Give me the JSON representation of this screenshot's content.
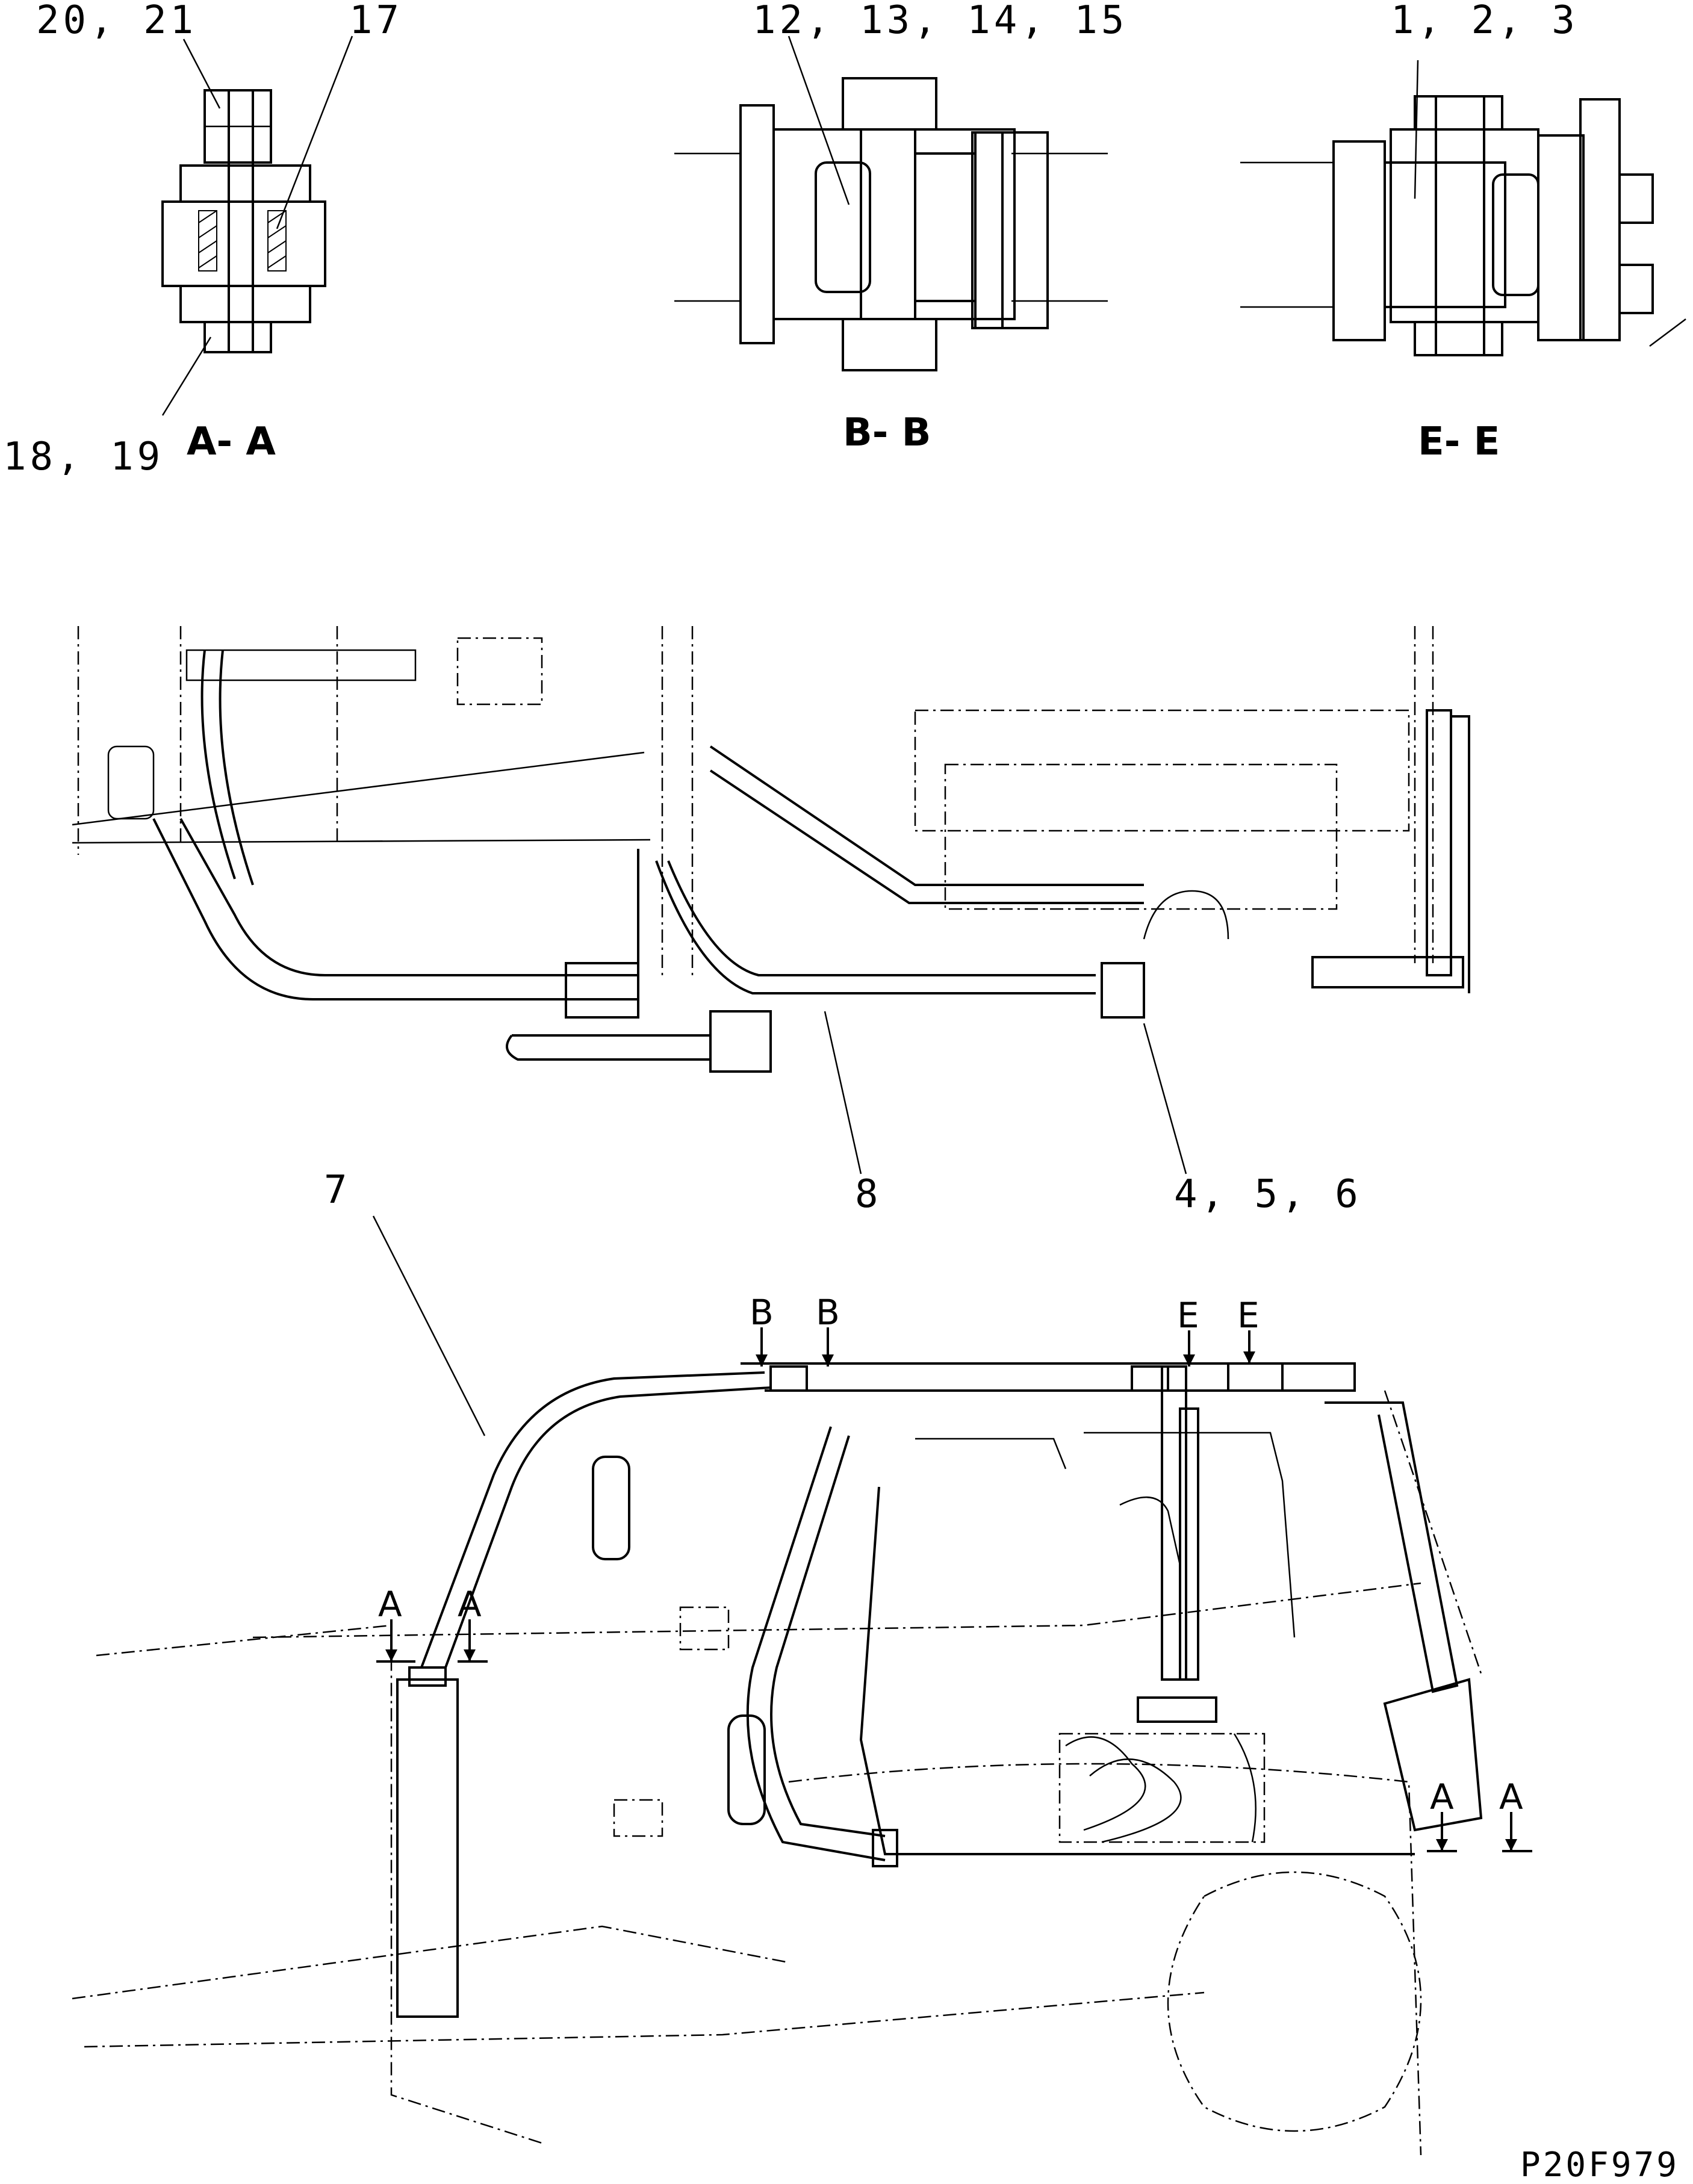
{
  "sections": {
    "aa": {
      "title": "A- A",
      "callouts": [
        "20, 21",
        "17",
        "18, 19"
      ]
    },
    "bb": {
      "title": "B- B",
      "callouts": [
        "12, 13, 14, 15"
      ]
    },
    "ee": {
      "title": "E- E",
      "callouts": [
        "1, 2, 3"
      ]
    }
  },
  "top_view": {
    "callouts": [
      "8",
      "4, 5, 6"
    ]
  },
  "side_view": {
    "callouts": [
      "7"
    ],
    "section_markers": [
      "A",
      "A",
      "B",
      "B",
      "E",
      "E",
      "A",
      "A"
    ]
  },
  "drawing_code": "P20F979"
}
